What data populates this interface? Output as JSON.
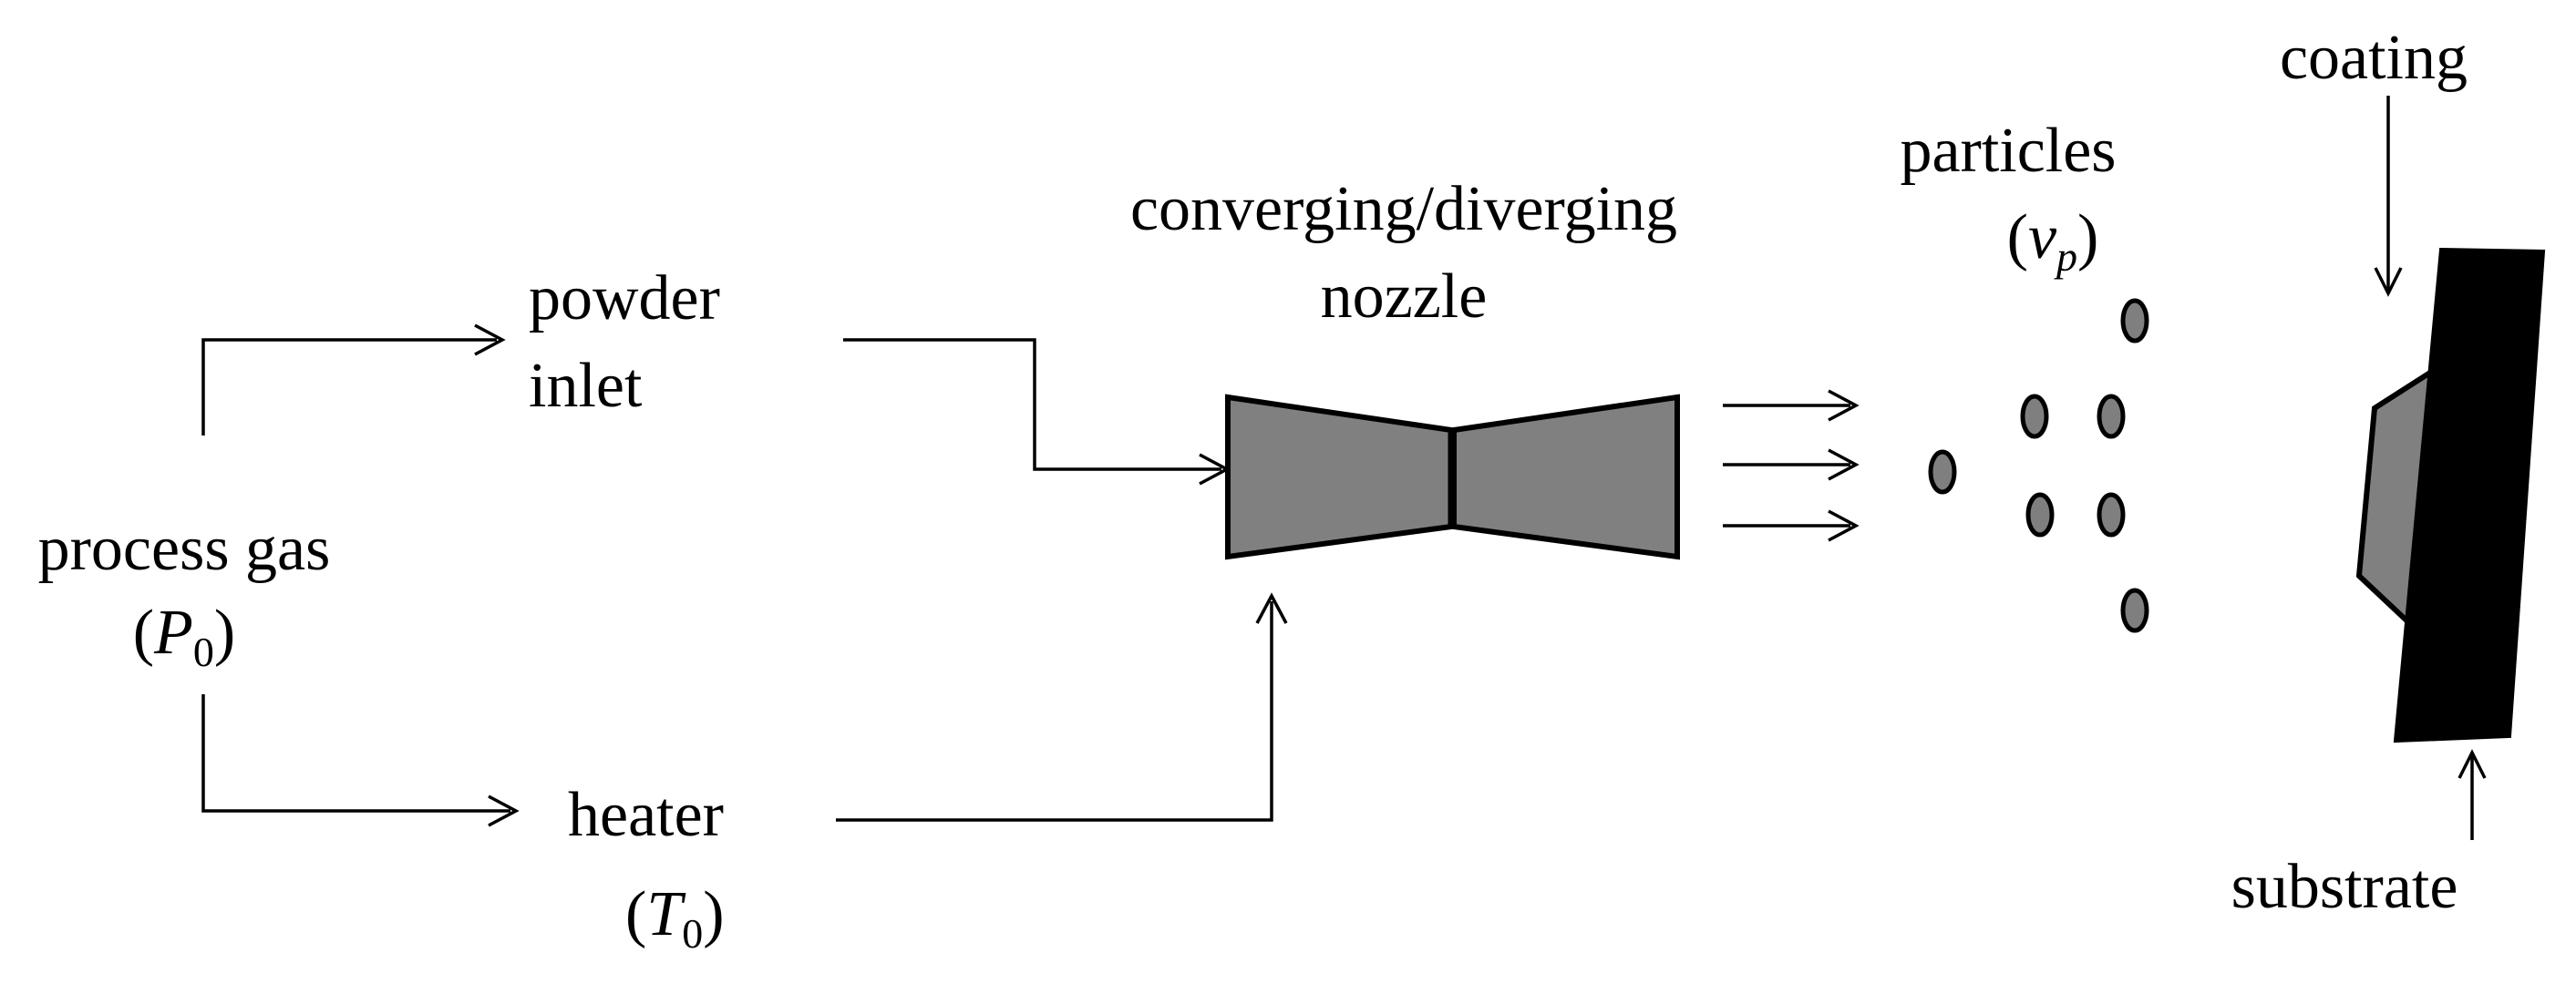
{
  "labels": {
    "process_gas": "process gas",
    "process_gas_var": "P",
    "process_gas_sub": "0",
    "powder_line1": "powder",
    "powder_line2": "inlet",
    "heater": "heater",
    "heater_var": "T",
    "heater_sub": "0",
    "nozzle_line1": "converging/diverging",
    "nozzle_line2": "nozzle",
    "particles": "particles",
    "particles_var": "v",
    "particles_sub": "p",
    "coating": "coating",
    "substrate": "substrate"
  },
  "colors": {
    "nozzle_fill": "#808080",
    "particle_fill": "#7f7f7f",
    "coating_fill": "#808080",
    "substrate_fill": "#000000",
    "line": "#000000"
  }
}
